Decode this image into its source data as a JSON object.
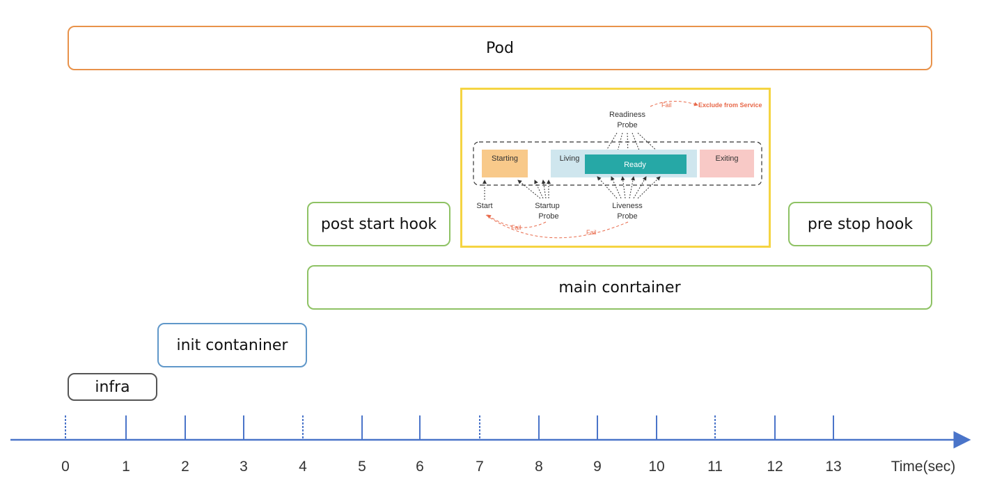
{
  "pod_label": "Pod",
  "main_container_label": "main conrtainer",
  "post_start_hook_label": "post start hook",
  "pre_stop_hook_label": "pre stop hook",
  "init_container_label": "init contaniner",
  "infra_label": "infra",
  "inset": {
    "readiness_probe": [
      "Readiness",
      "Probe"
    ],
    "exclude_label": "Exclude from Service",
    "fail_label": "Fail",
    "states": {
      "starting": "Starting",
      "living": "Living",
      "ready": "Ready",
      "exiting": "Exiting"
    },
    "start_label": "Start",
    "startup_probe": [
      "Startup",
      "Probe"
    ],
    "liveness_probe": [
      "Liveness",
      "Probe"
    ]
  },
  "axis": {
    "ticks": [
      "0",
      "1",
      "2",
      "3",
      "4",
      "5",
      "6",
      "7",
      "8",
      "9",
      "10",
      "11",
      "12",
      "13"
    ],
    "unit_label": "Time(sec)"
  },
  "colors": {
    "pod_border": "#e8924a",
    "container_border": "#8ec264",
    "init_border": "#5f97c9",
    "infra_border": "#555555",
    "inset_border": "#f5d442",
    "axis": "#4a74c9",
    "starting_fill": "#f8c98a",
    "living_fill": "#cfe6ee",
    "ready_fill": "#26a8a6",
    "exiting_fill": "#f8c9c6",
    "fail_color": "#e8694a"
  }
}
